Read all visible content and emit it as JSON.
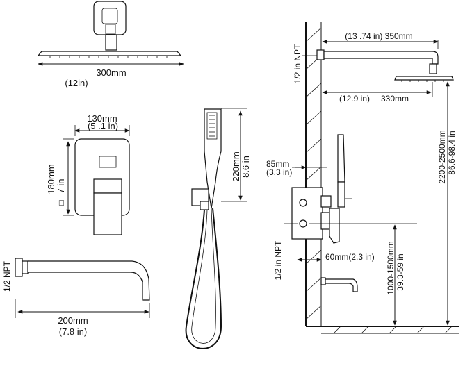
{
  "shower_head": {
    "width_mm": "300mm",
    "width_in": "(12in)"
  },
  "valve": {
    "width_mm": "130mm",
    "width_in": "(5 .1 in)",
    "height_mm": "180mm",
    "height_in": "7 in",
    "placeholder_glyph": "□"
  },
  "hand_shower": {
    "height_mm": "220mm",
    "height_in": "8.6 in"
  },
  "tub_spout": {
    "npt_label": "1/2 NPT",
    "length_mm": "200mm",
    "length_in": "(7.8 in)"
  },
  "installation": {
    "arm_length": "(13 .74 in) 350mm",
    "npt_top": "1/2 in NPT",
    "head_offset_in": "(12.9 in)",
    "head_offset_mm": "330mm",
    "head_height_mm": "2200-2500mm",
    "head_height_in": "86.6-98.4 in",
    "wall_depth_mm": "85mm",
    "wall_depth_in": "(3.3 in)",
    "npt_valve": "1/2 in NPT",
    "valve_offset": "60mm(2.3 in)",
    "valve_height_mm": "1000-1500mm",
    "valve_height_in": "39.3-59 in"
  }
}
